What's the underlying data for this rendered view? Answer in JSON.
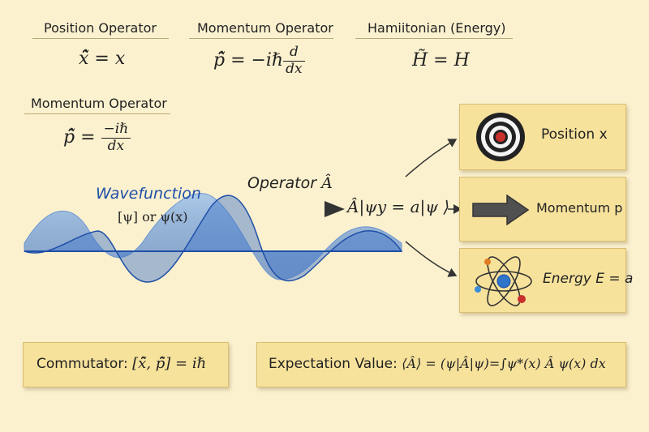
{
  "headers": {
    "position": "Position Operator",
    "momentum": "Momentum Operator",
    "hamiltonian": "Hamiitonian (Energy)",
    "momentum_left": "Momentum Operator"
  },
  "equations": {
    "position": "x̃̂ = x",
    "momentum_lhs": "p̃̂ = −iℏ",
    "momentum_num": "d",
    "momentum_den": "dx",
    "hamiltonian": "H̃ = H",
    "momentum_left_lhs": "p̃̂ = ",
    "momentum_left_num": "−iℏ",
    "momentum_left_den": "dx"
  },
  "wavefunction": {
    "title": "Wavefunction",
    "subtitle": "[ψ] or ψ(x)"
  },
  "operator": {
    "label": "Operator",
    "symbol": "Â",
    "eigen_equation": "Â|ψy = a|ψ ⟩"
  },
  "outcomes": [
    {
      "label": "Position x",
      "icon": "target-icon"
    },
    {
      "label": "Momentum p",
      "icon": "arrow-icon"
    },
    {
      "label": "Energy E = a",
      "icon": "atom-icon"
    }
  ],
  "commutator": {
    "label": "Commutator:",
    "math": "[x̃̂, p̃̂] = iℏ"
  },
  "expectation": {
    "label": "Expectation Value:",
    "math": "⟨Â⟩ = (ψ|Â|ψ)=∫ψ*(x) Â ψ(x) dx"
  },
  "colors": {
    "background": "#fbf1cf",
    "box_fill": "#f7e29c",
    "wave_blue": "#1f4fa8",
    "wave_light": "#8bb4e4",
    "target_red": "#c9302c",
    "arrow_gray": "#505050"
  }
}
